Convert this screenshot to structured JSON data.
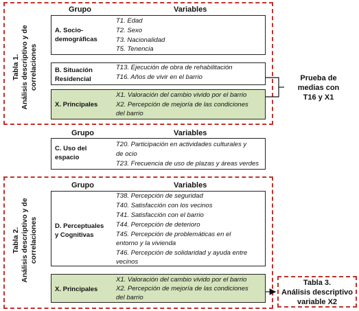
{
  "tabla1": {
    "side_line1": "Tabla 1.",
    "side_line2": "Análisis descriptivo y de",
    "side_line3": "correlaciones",
    "header_grupo": "Grupo",
    "header_variables": "Variables",
    "groups": {
      "a": {
        "label_line1": "A. Socio-",
        "label_line2": "demográficas",
        "vars": [
          "T1. Edad",
          "T2. Sexo",
          "T3. Nacionalidad",
          "T5. Tenencia"
        ]
      },
      "b": {
        "label_line1": "B. Situación",
        "label_line2": "Residencial",
        "vars": [
          "T13. Ejecución de obra de rehabilitación",
          "T16. Años de vivir en el barrio"
        ]
      },
      "x": {
        "label": "X. Principales",
        "vars": [
          "X1. Valoración del cambio vivido por el barrio",
          "X2. Percepción de mejoría de las condiciones",
          "del barrio"
        ]
      }
    }
  },
  "prueba": {
    "line1": "Prueba de",
    "line2": "medias con",
    "line3": "T16 y X1"
  },
  "middle": {
    "header_grupo": "Grupo",
    "header_variables": "Variables",
    "c": {
      "label_line1": "C. Uso del",
      "label_line2": "espacio",
      "vars": [
        "T20. Participación en actividades culturales y",
        "de ocio",
        "T23. Frecuencia de uso de plazas y áreas verdes"
      ]
    }
  },
  "tabla2": {
    "side_line1": "Tabla 2.",
    "side_line2": "Análisis descriptivo y de",
    "side_line3": "correlaciones",
    "header_grupo": "Grupo",
    "header_variables": "Variables",
    "d": {
      "label_line1": "D. Perceptuales",
      "label_line2": "y Cognitivas",
      "vars": [
        "T38. Percepción de seguridad",
        "T40. Satisfacción con los vecinos",
        "T41. Satisfacción con el barrio",
        "T44. Percepción de deterioro",
        "T45. Percepción de problemáticas en el",
        "entorno y la vivienda",
        "T46. Percepción de solidaridad y ayuda entre",
        "vecinos"
      ]
    },
    "x": {
      "label": "X. Principales",
      "vars": [
        "X1. Valoración del cambio vivido por el barrio",
        "X2. Percepción de mejoría de las condiciones",
        "del barrio"
      ]
    }
  },
  "tabla3": {
    "line1": "Tabla 3.",
    "line2": "Análisis descriptivo",
    "line3": "variable X2"
  }
}
